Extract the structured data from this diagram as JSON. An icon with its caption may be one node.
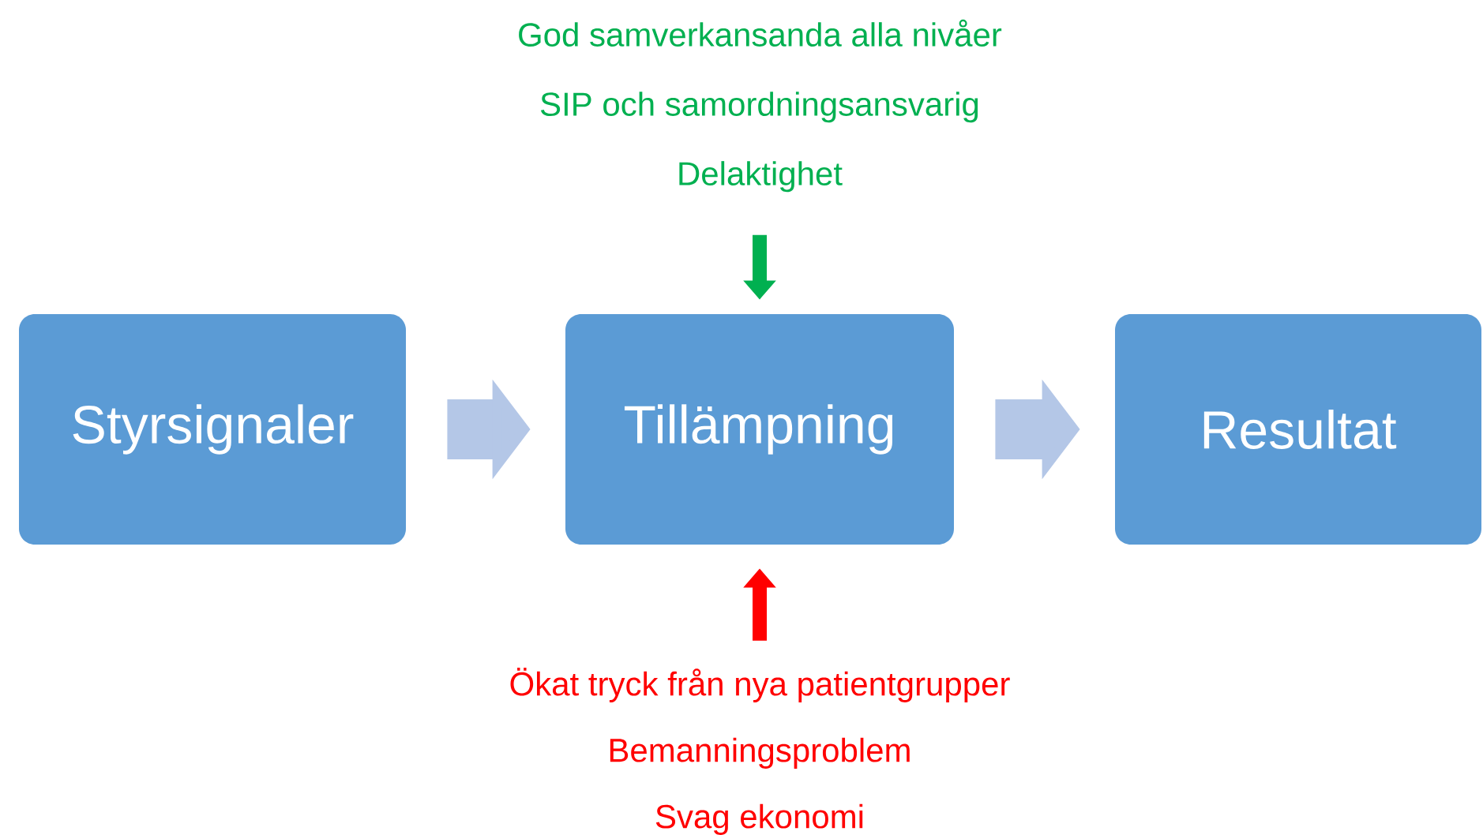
{
  "diagram": {
    "nodes": [
      {
        "text": [
          "Styrsignaler"
        ]
      },
      {
        "text": [
          "Tillämpning"
        ]
      },
      {
        "text": [
          "Resultat"
        ]
      },
      {
        "text": [
          "God samverkansanda alla nivåer",
          "SIP och samordningsansvarig",
          "Delaktighet"
        ]
      },
      {
        "text": [
          "Ökat tryck från nya patientgrupper",
          "Bemanningsproblem",
          "Svag ekonomi"
        ]
      }
    ],
    "edges": [
      {
        "from": 0,
        "to": 1,
        "arrow": "to",
        "style": "thick"
      },
      {
        "from": 1,
        "to": 2,
        "arrow": "to",
        "style": "thick"
      },
      {
        "from": 3,
        "to": 1,
        "arrow": "to",
        "color": "#00b050"
      },
      {
        "from": 4,
        "to": 1,
        "arrow": "to",
        "color": "#ff0000"
      }
    ]
  }
}
